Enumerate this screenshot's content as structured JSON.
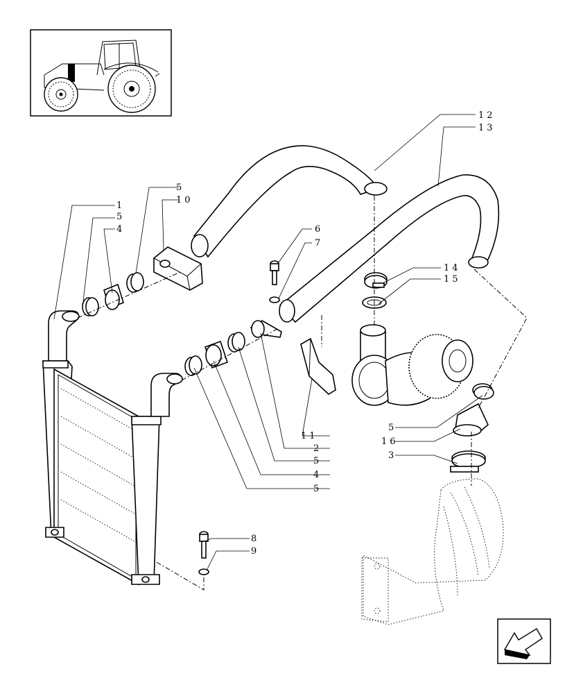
{
  "callouts": {
    "c12": "12",
    "c13": "13",
    "c5a": "5",
    "c10": "10",
    "c1": "1",
    "c5b": "5",
    "c4a": "4",
    "c6": "6",
    "c7": "7",
    "c14": "14",
    "c15": "15",
    "c11": "11",
    "c2": "2",
    "c5c": "5",
    "c4b": "4",
    "c5d": "5",
    "c5e": "5",
    "c16": "16",
    "c3": "3",
    "c8": "8",
    "c9": "9"
  },
  "icons": {
    "thumbnail": "tractor-thumbnail-icon",
    "navigation": "next-page-arrow-icon"
  }
}
